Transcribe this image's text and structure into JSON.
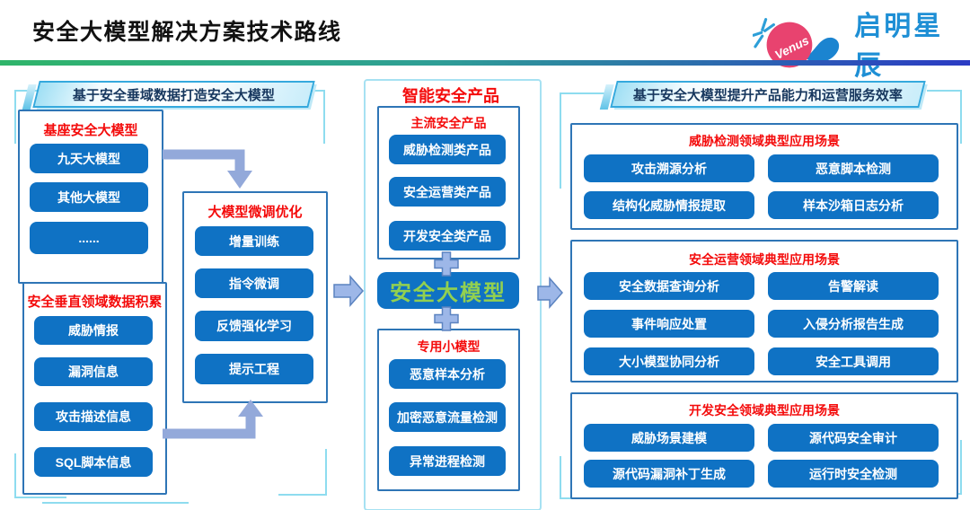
{
  "header": {
    "title": "安全大模型解决方案技术路线",
    "logo": {
      "brand": "启明星辰",
      "badge": "Venus"
    }
  },
  "left": {
    "banner": "基于安全垂域数据打造安全大模型",
    "base_box": {
      "title": "基座安全大模型",
      "items": [
        "九天大模型",
        "其他大模型",
        "......"
      ]
    },
    "data_box": {
      "title": "安全垂直领域数据积累",
      "items": [
        "威胁情报",
        "漏洞信息",
        "攻击描述信息",
        "SQL脚本信息"
      ]
    },
    "finetune_box": {
      "title": "大模型微调优化",
      "items": [
        "增量训练",
        "指令微调",
        "反馈强化学习",
        "提示工程"
      ]
    }
  },
  "middle": {
    "header": "智能安全产品",
    "mainstream_box": {
      "title": "主流安全产品",
      "items": [
        "威胁检测类产品",
        "安全运营类产品",
        "开发安全类产品"
      ]
    },
    "core_model": "安全大模型",
    "specialized_box": {
      "title": "专用小模型",
      "items": [
        "恶意样本分析",
        "加密恶意流量检测",
        "异常进程检测"
      ]
    }
  },
  "right": {
    "banner": "基于安全大模型提升产品能力和运营服务效率",
    "threat_box": {
      "title": "威胁检测领域典型应用场景",
      "items": [
        "攻击溯源分析",
        "恶意脚本检测",
        "结构化威胁情报提取",
        "样本沙箱日志分析"
      ]
    },
    "ops_box": {
      "title": "安全运营领域典型应用场景",
      "items": [
        "安全数据查询分析",
        "告警解读",
        "事件响应处置",
        "入侵分析报告生成",
        "大小模型协同分析",
        "安全工具调用"
      ]
    },
    "dev_box": {
      "title": "开发安全领域典型应用场景",
      "items": [
        "威胁场景建模",
        "源代码安全审计",
        "源代码漏洞补丁生成",
        "运行时安全检测"
      ]
    }
  },
  "icons": {
    "plus": "plus-icon",
    "arrow_right": "arrow-right-icon",
    "elbow_arrow_down": "elbow-arrow-down-icon",
    "elbow_arrow_up": "elbow-arrow-up-icon",
    "logo_sparkle": "sparkle-star-icon",
    "logo_swoosh": "swoosh-icon"
  },
  "colors": {
    "node_blue": "#0F72C4",
    "section_title_red": "#F40B0B",
    "banner_text_navy": "#17375E",
    "model_text_green": "#92D050",
    "arrow_periwinkle": "#93A9DA",
    "bracket_cyan": "#8EDCEF",
    "box_border_blue": "#2E75B6",
    "logo_blue": "#1E8FD5",
    "logo_pink": "#E8436F",
    "rule_gradient_left": "#2FB56A",
    "rule_gradient_right": "#2B3BC4"
  }
}
